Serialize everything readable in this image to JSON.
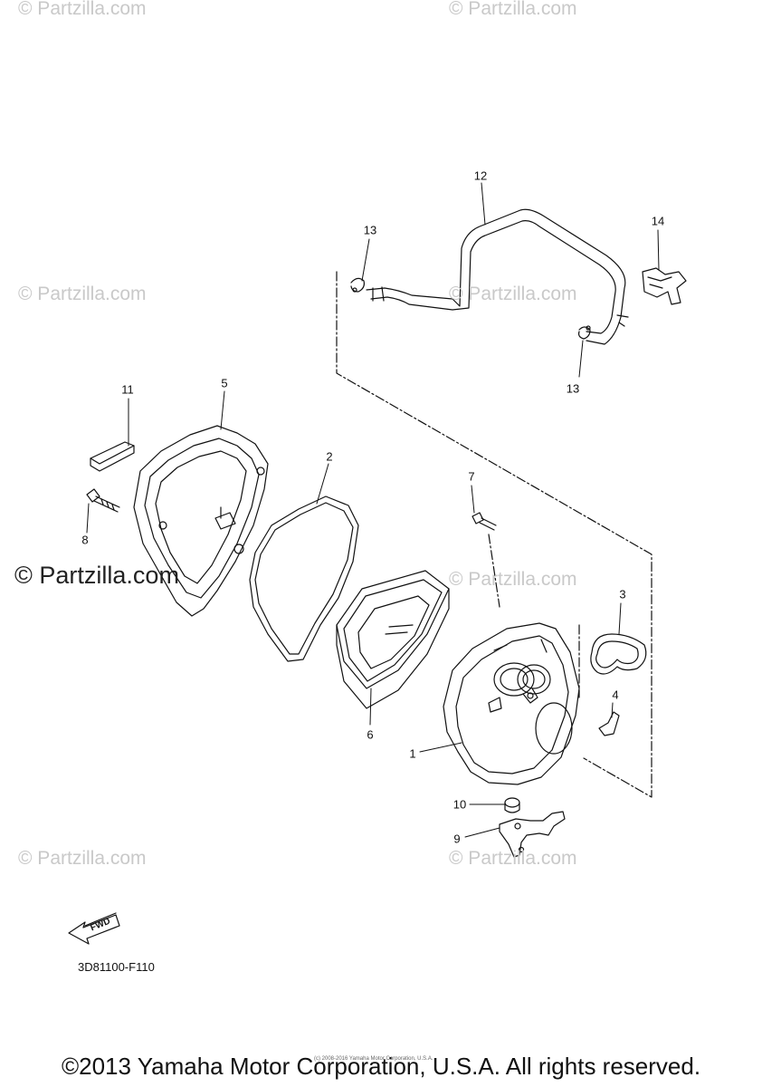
{
  "watermarks": {
    "light": "© Partzilla.com",
    "main": "© Partzilla.com"
  },
  "callouts": [
    {
      "id": "c12",
      "text": "12"
    },
    {
      "id": "c13a",
      "text": "13"
    },
    {
      "id": "c14",
      "text": "14"
    },
    {
      "id": "c13b",
      "text": "13"
    },
    {
      "id": "c11",
      "text": "11"
    },
    {
      "id": "c5",
      "text": "5"
    },
    {
      "id": "c2",
      "text": "2"
    },
    {
      "id": "c7",
      "text": "7"
    },
    {
      "id": "c8",
      "text": "8"
    },
    {
      "id": "c3",
      "text": "3"
    },
    {
      "id": "c4",
      "text": "4"
    },
    {
      "id": "c6",
      "text": "6"
    },
    {
      "id": "c1",
      "text": "1"
    },
    {
      "id": "c10",
      "text": "10"
    },
    {
      "id": "c9",
      "text": "9"
    }
  ],
  "fwd_label": "FWD",
  "diagram_code": "3D81100-F110",
  "tiny_notice": "(c) 2008-2016 Yamaha Motor Corporation, U.S.A.",
  "copyright": "©2013 Yamaha Motor Corporation, U.S.A. All rights reserved."
}
